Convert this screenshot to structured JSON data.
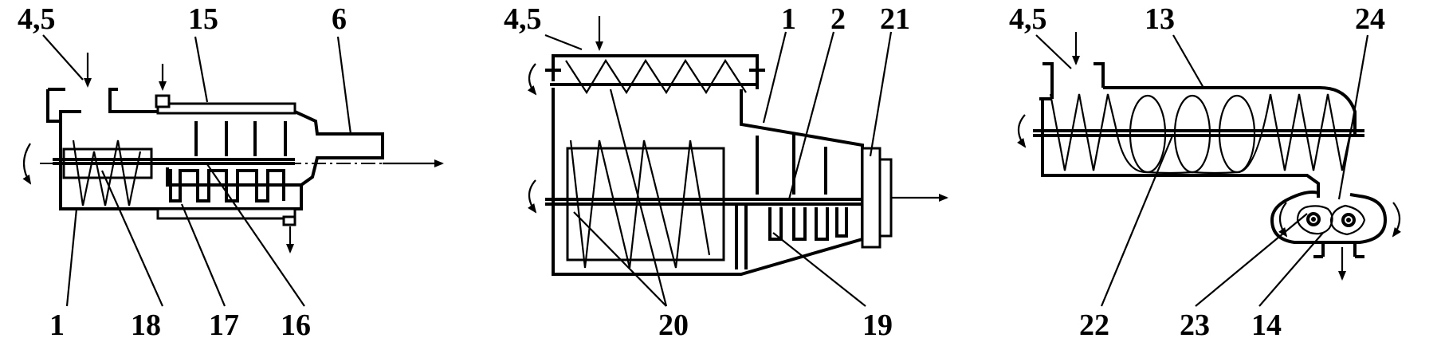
{
  "diagrams": [
    {
      "id": "left",
      "labels": {
        "feed": "4,5",
        "l15": "15",
        "l6": "6",
        "l1": "1",
        "l18": "18",
        "l17": "17",
        "l16": "16"
      }
    },
    {
      "id": "middle",
      "labels": {
        "feed": "4,5",
        "l1": "1",
        "l2": "2",
        "l21": "21",
        "l20": "20",
        "l19": "19"
      }
    },
    {
      "id": "right",
      "labels": {
        "feed": "4,5",
        "l13": "13",
        "l24": "24",
        "l22": "22",
        "l23": "23",
        "l14": "14"
      }
    }
  ],
  "colors": {
    "ink": "#000000",
    "paper": "#ffffff"
  }
}
